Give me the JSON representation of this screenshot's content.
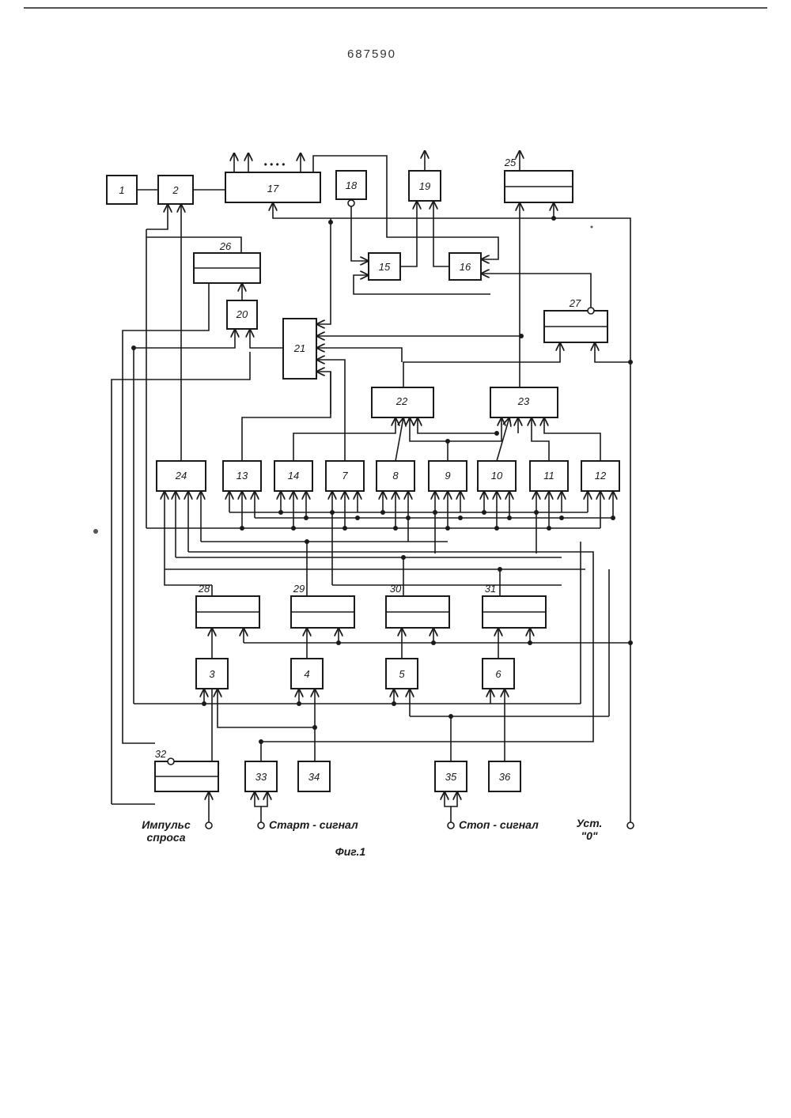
{
  "header": {
    "patent_number": "687590"
  },
  "caption": "Фиг.1",
  "terminals": {
    "poll_pulse": [
      "Импульс",
      "спроса"
    ],
    "start_signal": "Старт - сигнал",
    "stop_signal": "Стоп - сигнал",
    "reset": [
      "Уст.",
      "\"0\""
    ]
  },
  "top_outputs": "• • • •",
  "blocks": [
    {
      "id": "b1",
      "label": "1"
    },
    {
      "id": "b2",
      "label": "2"
    },
    {
      "id": "b17",
      "label": "17"
    },
    {
      "id": "b18",
      "label": "18"
    },
    {
      "id": "b19",
      "label": "19"
    },
    {
      "id": "b25",
      "label": "25"
    },
    {
      "id": "b26",
      "label": "26"
    },
    {
      "id": "b20",
      "label": "20"
    },
    {
      "id": "b15",
      "label": "15"
    },
    {
      "id": "b16",
      "label": "16"
    },
    {
      "id": "b27",
      "label": "27"
    },
    {
      "id": "b21",
      "label": "21"
    },
    {
      "id": "b22",
      "label": "22"
    },
    {
      "id": "b23",
      "label": "23"
    },
    {
      "id": "b24",
      "label": "24"
    },
    {
      "id": "b13",
      "label": "13"
    },
    {
      "id": "b14",
      "label": "14"
    },
    {
      "id": "b7",
      "label": "7"
    },
    {
      "id": "b8",
      "label": "8"
    },
    {
      "id": "b9",
      "label": "9"
    },
    {
      "id": "b10",
      "label": "10"
    },
    {
      "id": "b11",
      "label": "11"
    },
    {
      "id": "b12",
      "label": "12"
    },
    {
      "id": "b28",
      "label": "28"
    },
    {
      "id": "b29",
      "label": "29"
    },
    {
      "id": "b30",
      "label": "30"
    },
    {
      "id": "b31",
      "label": "31"
    },
    {
      "id": "b3",
      "label": "3"
    },
    {
      "id": "b4",
      "label": "4"
    },
    {
      "id": "b5",
      "label": "5"
    },
    {
      "id": "b6",
      "label": "6"
    },
    {
      "id": "b32",
      "label": "32"
    },
    {
      "id": "b33",
      "label": "33"
    },
    {
      "id": "b34",
      "label": "34"
    },
    {
      "id": "b35",
      "label": "35"
    },
    {
      "id": "b36",
      "label": "36"
    }
  ]
}
